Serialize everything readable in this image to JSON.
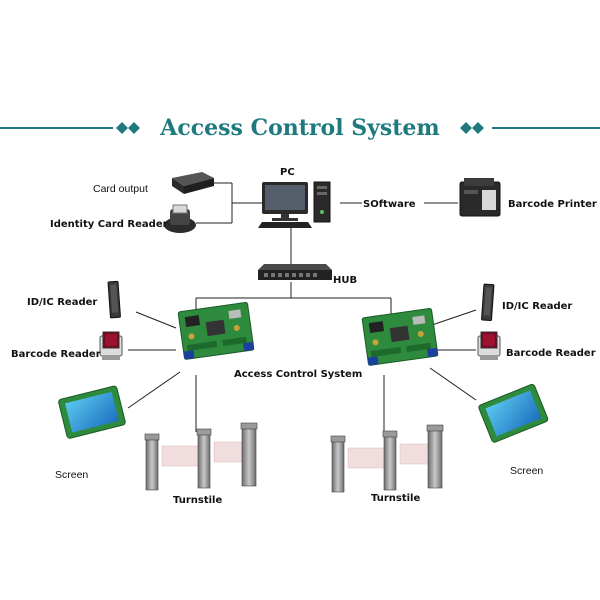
{
  "title": "Access Control System",
  "colors": {
    "title": "#1f7a80",
    "rule": "#1f7a80",
    "board": "#2e8b3e"
  },
  "labels": {
    "card_output": "Card output",
    "identity_card_reader": "Identity Card Reader",
    "pc": "PC",
    "software": "SOftware",
    "barcode_printer": "Barcode Printer",
    "hub": "HUB",
    "id_ic_reader": "ID/IC Reader",
    "barcode_reader": "Barcode Reader",
    "access_control_system": "Access Control System",
    "screen": "Screen",
    "turnstile": "Turnstile"
  },
  "icons": [
    "card-dispenser-icon",
    "identity-reader-icon",
    "pc-icon",
    "printer-icon",
    "hub-icon",
    "card-reader-icon",
    "barcode-reader-icon",
    "control-board-icon",
    "lcd-screen-icon",
    "turnstile-icon"
  ]
}
